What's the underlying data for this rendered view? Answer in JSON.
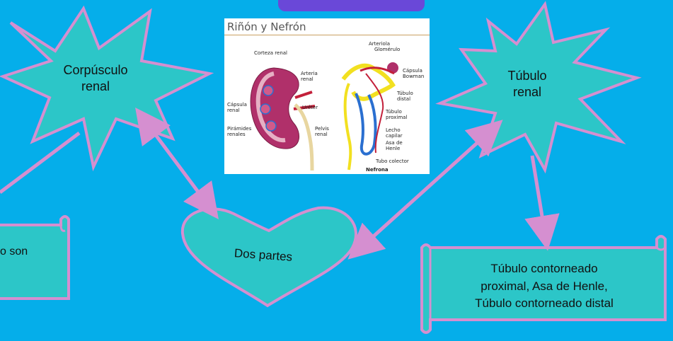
{
  "star_left": {
    "line1": "Corpúsculo",
    "line2": "renal"
  },
  "star_right": {
    "line1": "Túbulo",
    "line2": "renal"
  },
  "heart": {
    "label": "Dos partes"
  },
  "scroll_left": {
    "text": "o son"
  },
  "scroll_right": {
    "line1": "Túbulo contorneado",
    "line2": "proximal, Asa de Henle,",
    "line3": "Túbulo contorneado distal"
  },
  "image": {
    "title": "Riñón y Nefrón",
    "kidney_labels": {
      "corteza": "Corteza renal",
      "arteria": "Arteria renal",
      "capsula": "Cápsula renal",
      "ureter": "Uréter",
      "piramides": "Pirámides renales",
      "pelvis": "Pelvis renal"
    },
    "nephron_labels": {
      "arteriola": "Arteriola",
      "glomerulo": "Glomérulo",
      "capsula_bowman": "Cápsula Bowman",
      "tubulo_distal": "Túbulo distal",
      "tubulo_proximal": "Túbulo proximal",
      "lecho_capilar": "Lecho capilar",
      "asa_henle": "Asa de Henle",
      "tubo_colector": "Tubo colector",
      "nefrona": "Nefrona"
    }
  },
  "colors": {
    "background": "#05aeea",
    "shape_fill": "#2cc6c8",
    "outline": "#d58fd0",
    "tab": "#6a48d8"
  }
}
